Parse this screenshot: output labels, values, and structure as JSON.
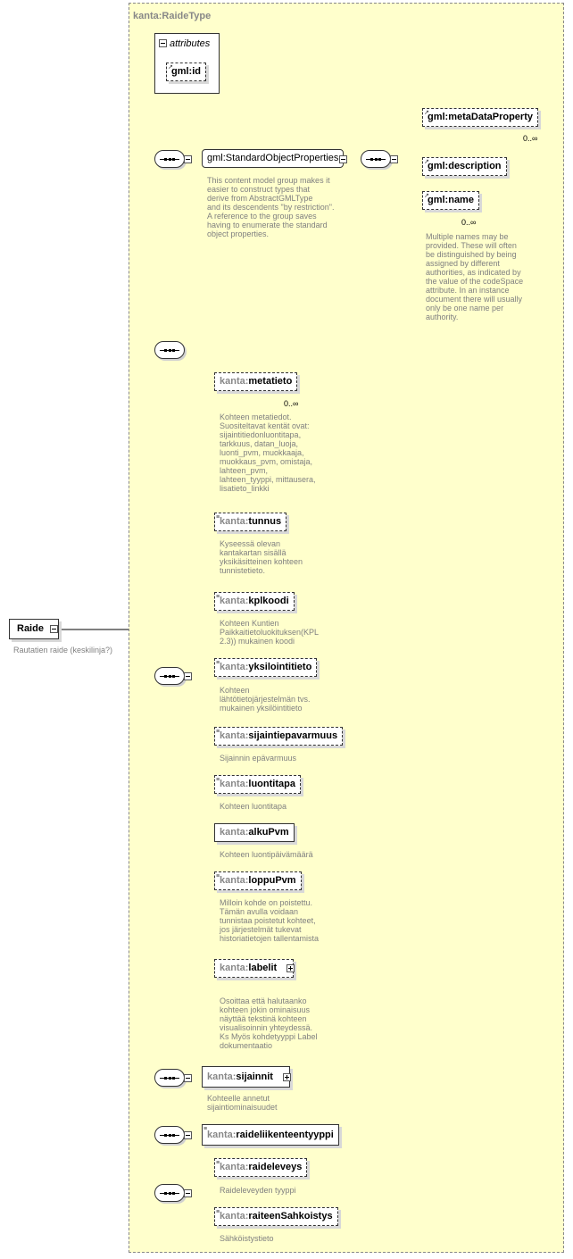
{
  "type_name": "kanta:RaideType",
  "attributes": {
    "title": "attributes",
    "id_attr": "gml:id"
  },
  "root": {
    "name": "Raide",
    "note": "Rautatien raide (keskilinja?)"
  },
  "standard_group": {
    "name": "gml:StandardObjectProperties",
    "note": "This content model group makes it\neasier to construct types that\n      derive from AbstractGMLType\nand its descendents \"by restriction\".\n      A reference to the group saves\nhaving to enumerate the standard\nobject properties.",
    "children": [
      {
        "name": "gml:metaDataProperty",
        "card": "0..∞"
      },
      {
        "name": "gml:description"
      },
      {
        "name": "gml:name",
        "card": "0..∞",
        "note": "Multiple names may be\nprovided.  These will often\nbe distinguished by being\nassigned by different\nauthorities, as indicated by\nthe value of the codeSpace\nattribute.  In an instance\ndocument there will usually\nonly be one name per\nauthority."
      }
    ]
  },
  "elements": [
    {
      "prefix": "kanta:",
      "name": "metatieto",
      "card": "0..∞",
      "note": "Kohteen metatiedot.\nSuositeltavat kentät ovat:\nsijaintitiedonluontitapa,\ntarkkuus, datan_luoja,\nluonti_pvm, muokkaaja,\nmuokkaus_pvm, omistaja,\nlahteen_pvm,\nlahteen_tyyppi, mittausera,\nlisatieto_linkki"
    },
    {
      "prefix": "kanta:",
      "name": "tunnus",
      "note": "Kyseessä olevan\nkantakartan sisällä\nyksikäsitteinen kohteen\ntunnistetieto."
    },
    {
      "prefix": "kanta:",
      "name": "kplkoodi",
      "note": "Kohteen Kuntien\nPaikkaitietoluokituksen(KPL\n2.3)) mukainen koodi"
    },
    {
      "prefix": "kanta:",
      "name": "yksilointitieto",
      "note": "Kohteen\nlähtötietojärjestelmän  tvs.\nmukainen yksilöintitieto"
    },
    {
      "prefix": "kanta:",
      "name": "sijaintiepavarmuus",
      "note": "Sijainnin epävarmuus"
    },
    {
      "prefix": "kanta:",
      "name": "luontitapa",
      "note": "Kohteen luontitapa"
    },
    {
      "prefix": "kanta:",
      "name": "alkuPvm",
      "note": "Kohteen luontipäivämäärä"
    },
    {
      "prefix": "kanta:",
      "name": "loppuPvm",
      "note": "Milloin kohde on poistettu.\nTämän avulla voidaan\ntunnistaa poistetut kohteet,\njos järjestelmät tukevat\nhistoriatietojen tallentamista"
    },
    {
      "prefix": "kanta:",
      "name": "labelit",
      "note": "Osoittaa että halutaanko\nkohteen jokin ominaisuus\nnäyttää tekstinä kohteen\nvisualisoinnin yhteydessä.\n Ks Myös kohdetyyppi Label\ndokumentaatio"
    },
    {
      "prefix": "kanta:",
      "name": "sijainnit",
      "note": "Kohteelle annetut\nsijaintiominaisuudet"
    },
    {
      "prefix": "kanta:",
      "name": "raideliikenteentyyppi"
    },
    {
      "prefix": "kanta:",
      "name": "raideleveys",
      "note": "Raideleveyden tyyppi"
    },
    {
      "prefix": "kanta:",
      "name": "raiteenSahkoistys",
      "note": "Sähköistystieto"
    }
  ],
  "colors": {
    "panel": "#ffffcc",
    "prefix": "#888888",
    "note": "#808080"
  }
}
